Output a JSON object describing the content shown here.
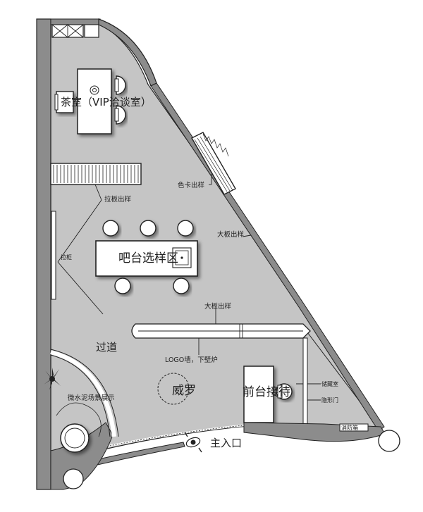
{
  "labels": {
    "tea_room": "茶室（VIP洽谈室）",
    "color_card": "色卡出样",
    "pull_sample": "拉板出样",
    "big_board_1": "大板出样",
    "bar_area": "吧台选样区",
    "side_note": "拉柜",
    "big_board_2": "大板出样",
    "corridor": "过道",
    "logo_wall": "LOGO墙，下壁炉",
    "micro_cement": "微水泥场景展示",
    "weiluo": "威罗",
    "reception": "前台接待",
    "storage": "储藏室",
    "hidden_door": "隐形门",
    "fire_box": "消防箱",
    "main_entrance": "主入口"
  },
  "colors": {
    "floor": "#c5c5c5",
    "wall": "#8c8c8c",
    "furniture": "#ffffff",
    "line": "#222222"
  },
  "icons": [
    "potted-plant-icon",
    "person-entrance-icon",
    "sink-icon",
    "chair-icon",
    "door-swing-icon"
  ]
}
